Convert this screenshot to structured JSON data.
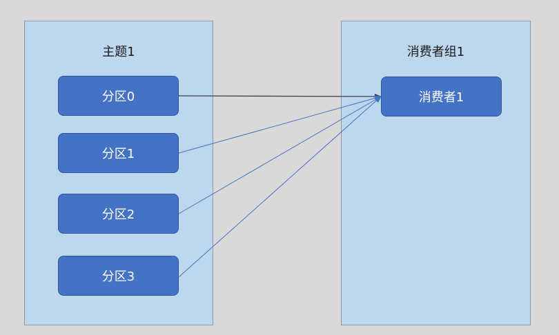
{
  "topic": {
    "title": "主题1",
    "partitions": [
      {
        "label": "分区0"
      },
      {
        "label": "分区1"
      },
      {
        "label": "分区2"
      },
      {
        "label": "分区3"
      }
    ]
  },
  "consumer_group": {
    "title": "消费者组1",
    "consumers": [
      {
        "label": "消费者1"
      }
    ]
  },
  "edges": [
    {
      "from": "分区0",
      "to": "消费者1"
    },
    {
      "from": "分区1",
      "to": "消费者1"
    },
    {
      "from": "分区2",
      "to": "消费者1"
    },
    {
      "from": "分区3",
      "to": "消费者1"
    }
  ],
  "colors": {
    "background": "#d9d9d9",
    "panel_fill": "#bdd7ee",
    "node_fill": "#4472c4",
    "node_text": "#ffffff",
    "edge_primary": "#404040",
    "edge_secondary": "#4472c4"
  }
}
